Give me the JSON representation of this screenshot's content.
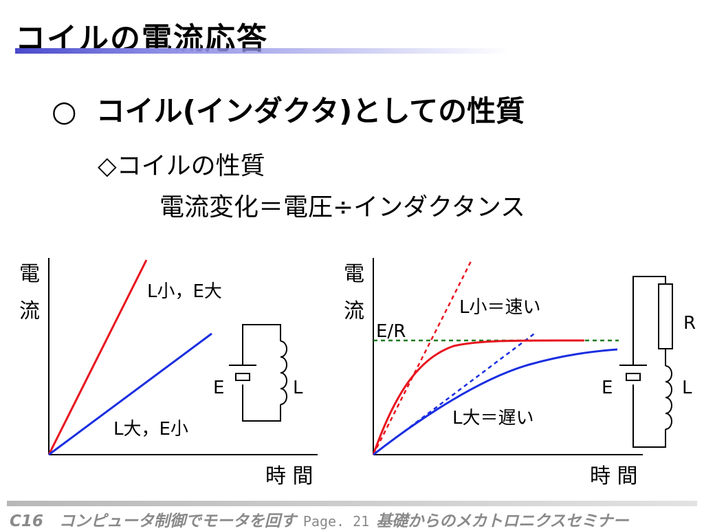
{
  "slide": {
    "title": "コイルの電流応答",
    "heading_bullet": "○",
    "heading": "コイル(インダクタ)としての性質",
    "sub_heading": "◇コイルの性質",
    "formula": "電流変化＝電圧÷インダクタンス"
  },
  "left_diagram": {
    "y_axis_label_1": "電",
    "y_axis_label_2": "流",
    "x_axis_label": "時 間",
    "label_red": "L小，E大",
    "label_blue": "L大，E小",
    "circuit_source": "E",
    "circuit_coil": "L"
  },
  "right_diagram": {
    "y_axis_label_1": "電",
    "y_axis_label_2": "流",
    "x_axis_label": "時 間",
    "asymptote_label": "E/R",
    "label_fast": "L小＝速い",
    "label_slow": "L大＝遅い",
    "circuit_resistor": "R",
    "circuit_source": "E",
    "circuit_coil": "L"
  },
  "colors": {
    "red": "#e8141e",
    "blue": "#1a2ee0",
    "green": "#1e7a1e",
    "title_bar": "#4a4acc",
    "footer": "#8a8a8a"
  },
  "footer": {
    "left": "C16　コンピュータ制御でモータを回す",
    "page": "Page. 21",
    "right": "基礎からのメカトロニクスセミナー"
  }
}
